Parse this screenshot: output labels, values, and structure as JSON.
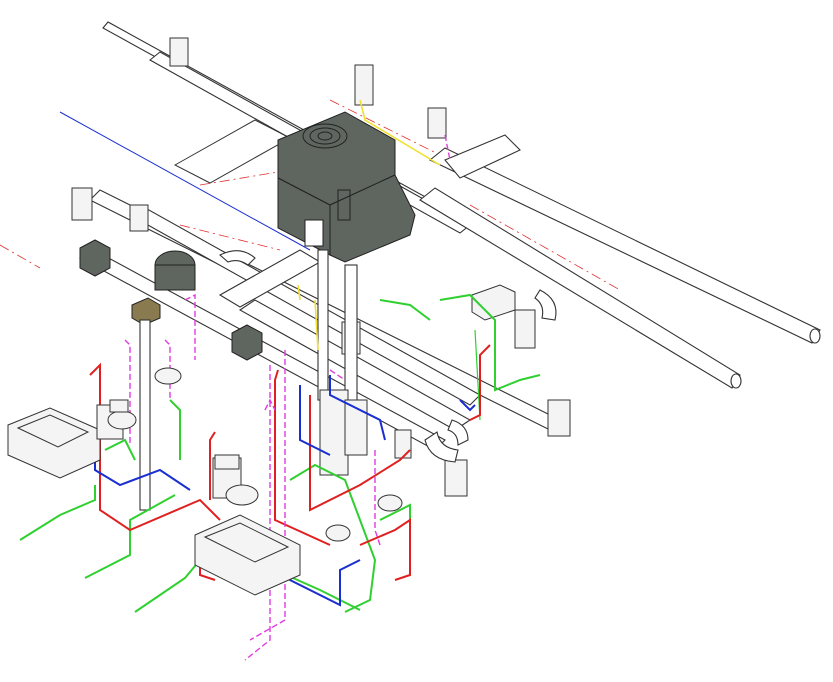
{
  "view": {
    "type": "isometric-mep-model",
    "background": "#ffffff"
  },
  "colors": {
    "duct_outline": "#333333",
    "air_handler": "#5f6660",
    "sanitary_vent": "#2fd02f",
    "hot_water": "#e02020",
    "cold_water": "#1a2fd0",
    "vent_dashed": "#e03be0",
    "gas": "#f0e030",
    "grid_line": "#e03030"
  },
  "icons": [
    "air-handler-unit",
    "roof-fan",
    "exhaust-fan",
    "bathtub",
    "toilet",
    "lavatory-sink",
    "duct-hanger",
    "water-heater"
  ]
}
